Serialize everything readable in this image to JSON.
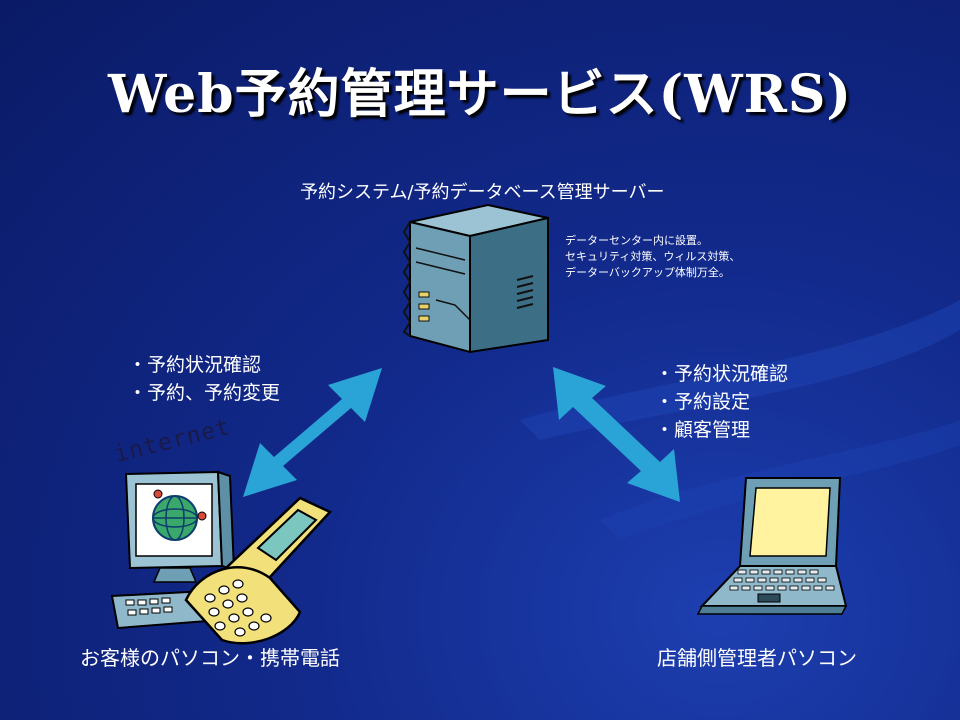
{
  "title": "Web予約管理サービス(WRS)",
  "server": {
    "caption": "予約システム/予約データベース管理サーバー",
    "notes": [
      "データーセンター内に設置。",
      "セキュリティ対策、ウィルス対策、",
      "データーバックアップ体制万全。"
    ]
  },
  "left_functions": [
    "・予約状況確認",
    "・予約、予約変更"
  ],
  "right_functions": [
    "・予約状況確認",
    "・予約設定",
    "・顧客管理"
  ],
  "internet_label": "internet",
  "customer_caption": "お客様のパソコン・携帯電話",
  "admin_caption": "店舗側管理者パソコン",
  "colors": {
    "arrow": "#2aa3d6",
    "server": "#5a8fa6",
    "screen": "#fff3a0",
    "phone": "#f2e07a"
  }
}
